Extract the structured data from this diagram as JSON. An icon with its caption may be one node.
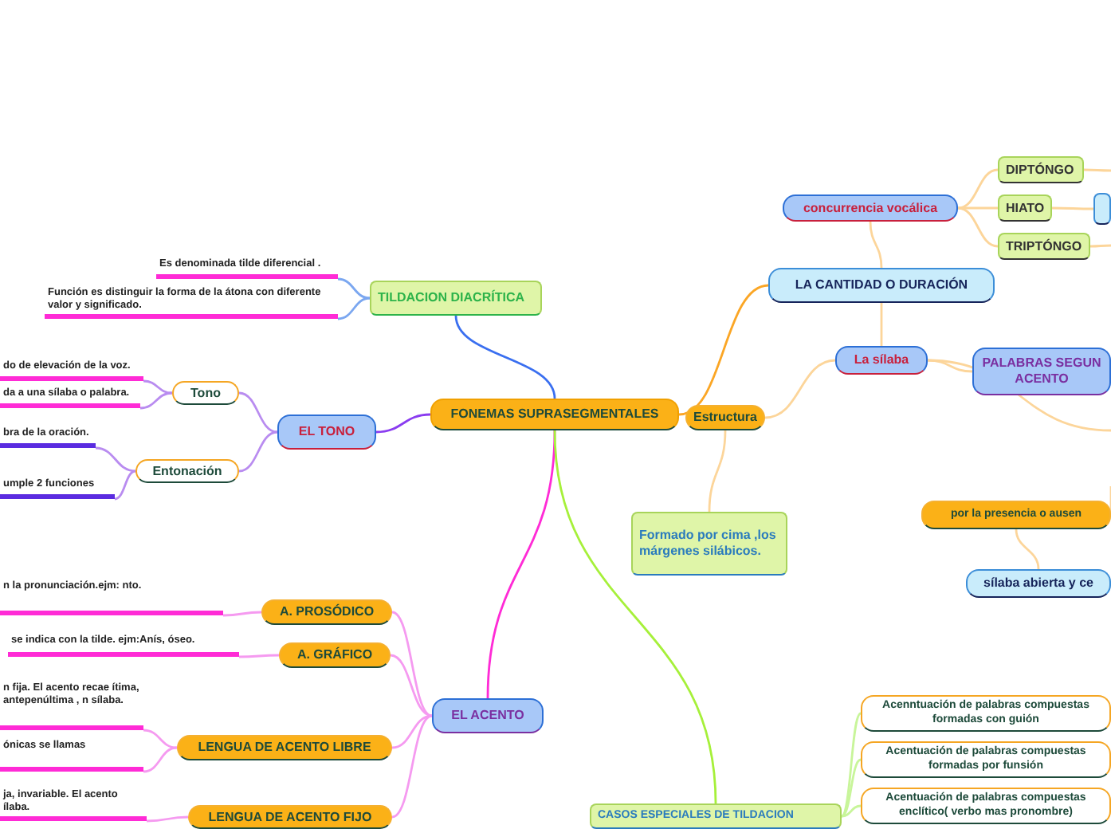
{
  "diagram": {
    "nodes": [
      {
        "text": [
          "FONEMAS SUPRASEGMENTALES"
        ]
      },
      {
        "text": [
          "TILDACION DIACRÍTICA"
        ]
      },
      {
        "text": [
          "Es denominada tilde diferencial ."
        ]
      },
      {
        "text": [
          "Función es distinguir la forma de la átona  con diferente valor y significado."
        ]
      },
      {
        "text": [
          "EL TONO"
        ]
      },
      {
        "text": [
          "Tono"
        ]
      },
      {
        "text": [
          "do de elevación de la voz."
        ]
      },
      {
        "text": [
          "da a una sílaba o palabra."
        ]
      },
      {
        "text": [
          "Entonación"
        ]
      },
      {
        "text": [
          "bra de la oración."
        ]
      },
      {
        "text": [
          "umple 2 funciones"
        ]
      },
      {
        "text": [
          "EL ACENTO"
        ]
      },
      {
        "text": [
          "A. PROSÓDICO"
        ]
      },
      {
        "text": [
          "n la pronunciación.ejm: nto."
        ]
      },
      {
        "text": [
          "A. GRÁFICO"
        ]
      },
      {
        "text": [
          "se indica con la tilde. ejm:Anís, óseo."
        ]
      },
      {
        "text": [
          "LENGUA DE ACENTO LIBRE"
        ]
      },
      {
        "text": [
          "n fija. El acento recae ítima, antepenúltima , n sílaba."
        ]
      },
      {
        "text": [
          "ónicas se llamas"
        ]
      },
      {
        "text": [
          "LENGUA DE ACENTO FIJO"
        ]
      },
      {
        "text": [
          "ja, invariable. El acento ílaba."
        ]
      },
      {
        "text": [
          "LA CANTIDAD O DURACIÓN"
        ]
      },
      {
        "text": [
          "concurrencia vocálica"
        ]
      },
      {
        "text": [
          "DIPTÓNGO"
        ]
      },
      {
        "text": [
          "HIATO"
        ]
      },
      {
        "text": [
          "TRIPTÓNGO"
        ]
      },
      {
        "text": [],
        "shape": "box"
      },
      {
        "text": [
          "La sílaba"
        ]
      },
      {
        "text": [
          "PALABRAS SEGUN ACENTO"
        ]
      },
      {
        "text": [
          "Estructura"
        ]
      },
      {
        "text": [
          "Formado por cima ,los márgenes silábicos."
        ]
      },
      {
        "text": [
          "por la presencia o ausen"
        ]
      },
      {
        "text": [
          "sílaba abierta y ce"
        ]
      },
      {
        "text": [
          "CASOS ESPECIALES DE TILDACION"
        ]
      },
      {
        "text": [
          "Acenntuación de palabras compuestas formadas con guión"
        ]
      },
      {
        "text": [
          "Acentuación de palabras compuestas formadas por funsión"
        ]
      },
      {
        "text": [
          "Acentuación de palabras compuestas enclítico( verbo mas pronombre)"
        ]
      }
    ],
    "edges": [
      {
        "from": 0,
        "to": 1,
        "arrow": "none",
        "color": "#3a6ff0"
      },
      {
        "from": 0,
        "to": 4,
        "arrow": "none",
        "color": "#8a3cf0"
      },
      {
        "from": 0,
        "to": 11,
        "arrow": "none",
        "color": "#ff2bd6"
      },
      {
        "from": 0,
        "to": 21,
        "arrow": "none",
        "color": "#fba625"
      },
      {
        "from": 0,
        "to": 33,
        "arrow": "none",
        "color": "#a6f03a"
      },
      {
        "from": 1,
        "to": 2,
        "arrow": "none",
        "color": "#7ba7f0"
      },
      {
        "from": 1,
        "to": 3,
        "arrow": "none",
        "color": "#7ba7f0"
      },
      {
        "from": 4,
        "to": 5,
        "arrow": "none",
        "color": "#b98cf0"
      },
      {
        "from": 4,
        "to": 8,
        "arrow": "none",
        "color": "#b98cf0"
      },
      {
        "from": 5,
        "to": 6,
        "arrow": "none",
        "color": "#b98cf0"
      },
      {
        "from": 5,
        "to": 7,
        "arrow": "none",
        "color": "#b98cf0"
      },
      {
        "from": 8,
        "to": 9,
        "arrow": "none",
        "color": "#b98cf0"
      },
      {
        "from": 8,
        "to": 10,
        "arrow": "none",
        "color": "#b98cf0"
      },
      {
        "from": 11,
        "to": 12,
        "arrow": "none",
        "color": "#f59af0"
      },
      {
        "from": 11,
        "to": 14,
        "arrow": "none",
        "color": "#f59af0"
      },
      {
        "from": 11,
        "to": 16,
        "arrow": "none",
        "color": "#f59af0"
      },
      {
        "from": 11,
        "to": 19,
        "arrow": "none",
        "color": "#f59af0"
      },
      {
        "from": 12,
        "to": 13,
        "arrow": "none",
        "color": "#f59af0"
      },
      {
        "from": 14,
        "to": 15,
        "arrow": "none",
        "color": "#f59af0"
      },
      {
        "from": 16,
        "to": 17,
        "arrow": "none",
        "color": "#f59af0"
      },
      {
        "from": 16,
        "to": 18,
        "arrow": "none",
        "color": "#f59af0"
      },
      {
        "from": 19,
        "to": 20,
        "arrow": "none",
        "color": "#f59af0"
      },
      {
        "from": 21,
        "to": 22,
        "arrow": "none"
      },
      {
        "from": 21,
        "to": 27,
        "arrow": "none"
      },
      {
        "from": 22,
        "to": 23,
        "arrow": "none"
      },
      {
        "from": 22,
        "to": 24,
        "arrow": "none"
      },
      {
        "from": 22,
        "to": 25,
        "arrow": "none"
      },
      {
        "from": 24,
        "to": 26,
        "arrow": "none"
      },
      {
        "from": 23,
        "to": null,
        "arrow": "none"
      },
      {
        "from": 25,
        "to": null,
        "arrow": "none"
      },
      {
        "from": 27,
        "to": 28,
        "arrow": "none"
      },
      {
        "from": 27,
        "to": 29,
        "arrow": "none"
      },
      {
        "from": 27,
        "to": null,
        "arrow": "none"
      },
      {
        "from": 29,
        "to": 30,
        "arrow": "none"
      },
      {
        "from": null,
        "to": 31,
        "arrow": "none"
      },
      {
        "from": 31,
        "to": 32,
        "arrow": "none"
      },
      {
        "from": 33,
        "to": 34,
        "arrow": "none",
        "color": "#c8f59a"
      },
      {
        "from": 33,
        "to": 35,
        "arrow": "none",
        "color": "#c8f59a"
      },
      {
        "from": 33,
        "to": 36,
        "arrow": "none",
        "color": "#c8f59a"
      }
    ]
  }
}
